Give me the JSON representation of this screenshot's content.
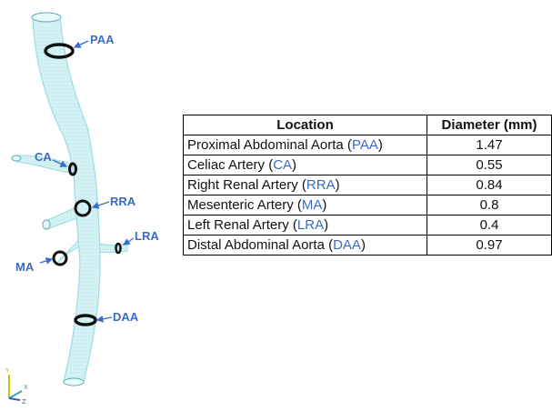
{
  "diagram_labels": {
    "paa": "PAA",
    "ca": "CA",
    "rra": "RRA",
    "lra": "LRA",
    "ma": "MA",
    "daa": "DAA"
  },
  "axis_triad": {
    "y": "Y",
    "x": "X",
    "z": "Z"
  },
  "table": {
    "headers": [
      "Location",
      "Diameter (mm)"
    ],
    "rows": [
      {
        "name": "Proximal Abdominal Aorta",
        "abbr": "PAA",
        "value": "1.47"
      },
      {
        "name": "Celiac Artery",
        "abbr": "CA",
        "value": "0.55"
      },
      {
        "name": "Right Renal Artery",
        "abbr": "RRA",
        "value": "0.84"
      },
      {
        "name": "Mesenteric Artery",
        "abbr": "MA",
        "value": "0.8"
      },
      {
        "name": "Left Renal Artery",
        "abbr": "LRA",
        "value": "0.4"
      },
      {
        "name": "Distal Abdominal Aorta",
        "abbr": "DAA",
        "value": "0.97"
      }
    ]
  },
  "colors": {
    "vessel_fill": "#d6f3f5",
    "vessel_stroke": "#9ddce3",
    "label": "#3a6cc8",
    "ring": "#111111"
  }
}
